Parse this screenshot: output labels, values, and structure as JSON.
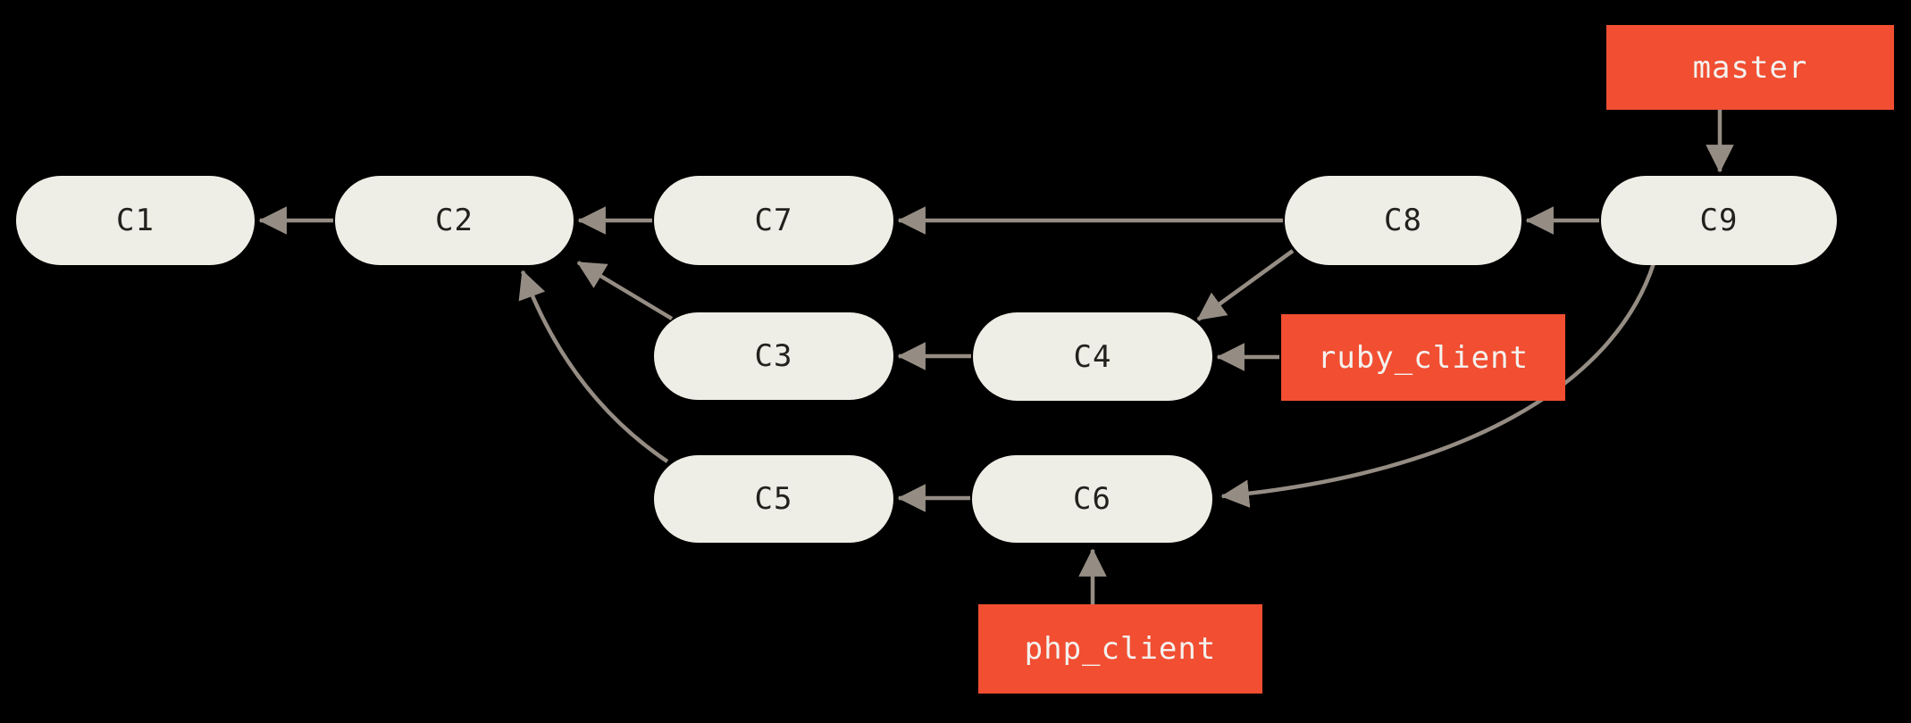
{
  "diagram": {
    "type": "git-commit-graph",
    "background_color": "#000000",
    "commit_fill_color": "#EFEEE6",
    "commit_text_color": "#23211E",
    "branch_fill_color": "#F14E32",
    "branch_text_color": "#F4F2EE",
    "arrow_color": "#958D84",
    "commits": [
      {
        "label": "C1"
      },
      {
        "label": "C2"
      },
      {
        "label": "C3"
      },
      {
        "label": "C4"
      },
      {
        "label": "C5"
      },
      {
        "label": "C6"
      },
      {
        "label": "C7"
      },
      {
        "label": "C8"
      },
      {
        "label": "C9"
      }
    ],
    "branches": [
      {
        "label": "master",
        "points_to": "C9"
      },
      {
        "label": "ruby_client",
        "points_to": "C4"
      },
      {
        "label": "php_client",
        "points_to": "C6"
      }
    ],
    "edges": [
      {
        "from": "C2",
        "to": "C1"
      },
      {
        "from": "C7",
        "to": "C2"
      },
      {
        "from": "C8",
        "to": "C7"
      },
      {
        "from": "C9",
        "to": "C8"
      },
      {
        "from": "C3",
        "to": "C2"
      },
      {
        "from": "C4",
        "to": "C3"
      },
      {
        "from": "C8",
        "to": "C4"
      },
      {
        "from": "C5",
        "to": "C2"
      },
      {
        "from": "C6",
        "to": "C5"
      },
      {
        "from": "C9",
        "to": "C6"
      },
      {
        "from": "master",
        "to": "C9"
      },
      {
        "from": "ruby_client",
        "to": "C4"
      },
      {
        "from": "php_client",
        "to": "C6"
      }
    ]
  }
}
